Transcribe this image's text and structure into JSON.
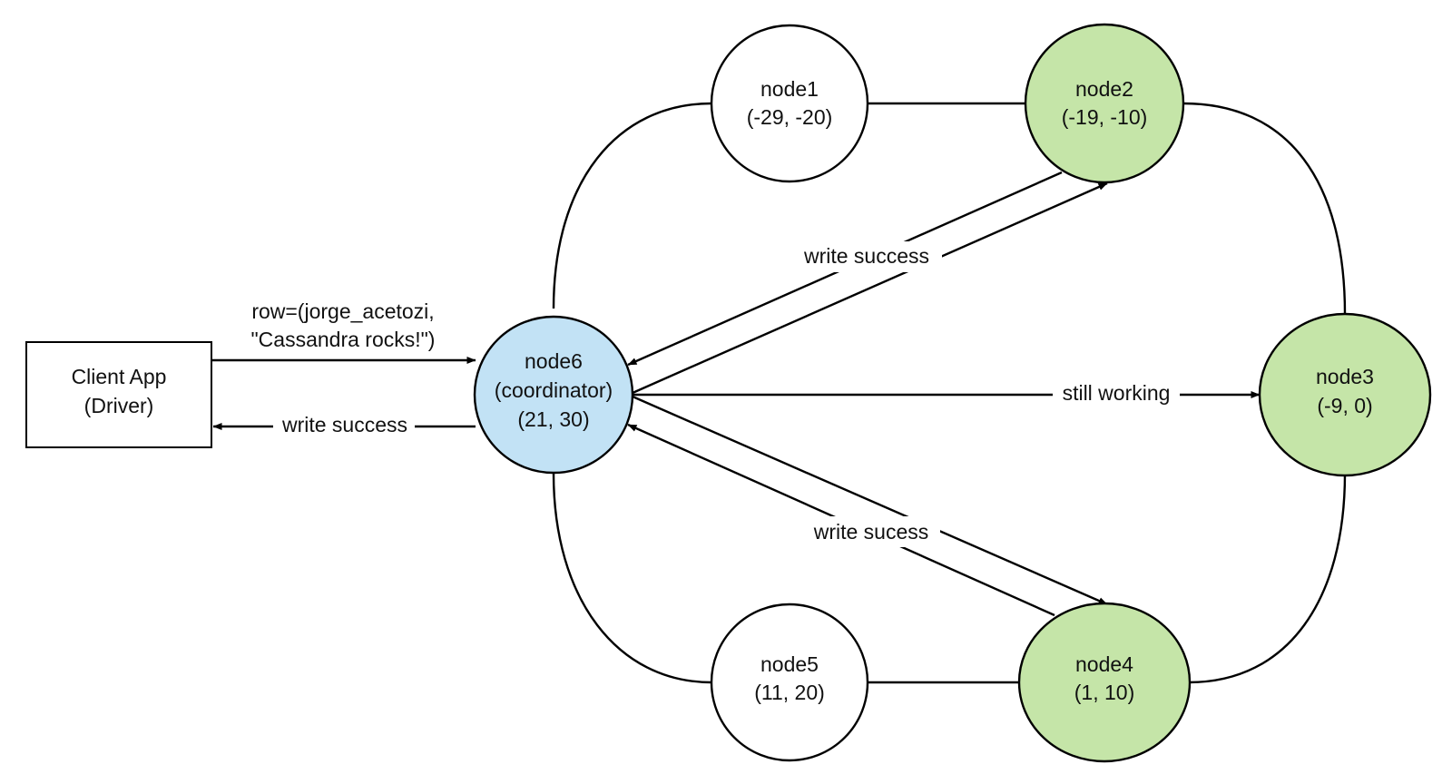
{
  "client": {
    "line1": "Client App",
    "line2": "(Driver)"
  },
  "nodes": {
    "node1": {
      "name": "node1",
      "range": "(-29, -20)",
      "state": "idle"
    },
    "node2": {
      "name": "node2",
      "range": "(-19, -10)",
      "state": "replica"
    },
    "node3": {
      "name": "node3",
      "range": "(-9, 0)",
      "state": "replica"
    },
    "node4": {
      "name": "node4",
      "range": "(1, 10)",
      "state": "replica"
    },
    "node5": {
      "name": "node5",
      "range": "(11, 20)",
      "state": "idle"
    },
    "node6": {
      "name": "node6",
      "role": "(coordinator)",
      "range": "(21, 30)",
      "state": "coordinator"
    }
  },
  "edge_labels": {
    "request_line1": "row=(jorge_acetozi,",
    "request_line2": "\"Cassandra rocks!\")",
    "client_response": "write success",
    "node2_response": "write success",
    "node3_status": "still working",
    "node4_response": "write sucess"
  },
  "colors": {
    "idle": "#ffffff",
    "replica": "#c5e5a8",
    "coordinator": "#c2e2f5",
    "line": "#000000"
  }
}
